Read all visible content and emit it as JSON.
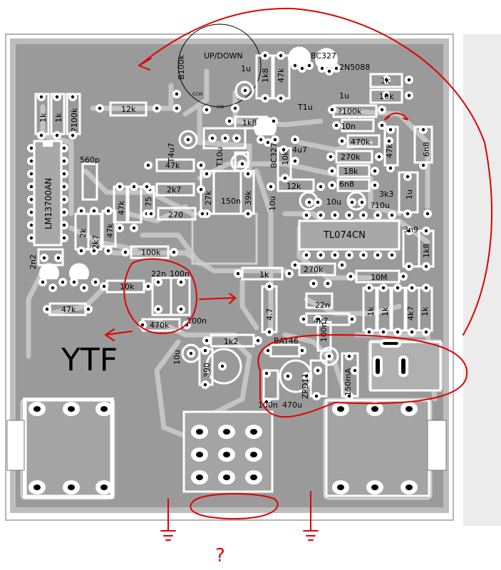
{
  "board": {
    "colors": {
      "copper": "#9a9a9a",
      "board_bg": "#c8c8c8",
      "trace_light": "#bcbcbc",
      "silk": "#ffffff",
      "pad": "#ffffff",
      "hole": "#000000",
      "annotation": "#e00000",
      "frame": "#b5b5b5"
    },
    "title": "YTF",
    "ics": {
      "lm13700": "LM13700AN",
      "tl074": "TL074CN"
    },
    "pot_label": "UP/DOWN",
    "transistors": {
      "t1": "BC327",
      "t2": "2N5088",
      "t3": "BC327"
    },
    "diodes": {
      "bat": "BAT46",
      "zener": "ZPD11"
    },
    "labels": {
      "l_b100k": "B100k",
      "l_1u_a": "1u",
      "l_1k8_a": "1k8",
      "l_47k_a": "47k",
      "l_1k_tr": "1k",
      "l_10k_tr": "10k",
      "l_1u_b": "1u",
      "l_t1u": "T1u",
      "l_1k_l1": "1k",
      "l_1k_l2": "1k",
      "l_100k_l": "?100k",
      "l_12k": "12k",
      "l_100k_m": "?100k",
      "l_10n_m": "10n",
      "l_1k8_m": "1k8",
      "l_t4u7": "T4u7",
      "l_bc327_b": "BC327",
      "l_470k_a": "470k",
      "l_6n8_a": "6n8",
      "l_560p": "560p",
      "l_47k_b": "47k",
      "l_t10u": "T10u",
      "l_10k_m": "10k",
      "l_4u7": "4u7",
      "l_270k": "270k",
      "l_47k_c": "47k",
      "l_18k": "18k",
      "l_2k7_a": "2k7",
      "l_27k": "27k",
      "l_150n": "150n",
      "l_39k": "39k",
      "l_12k_b": "12k",
      "l_6n8_b": "6n8",
      "l_3k3": "3k3",
      "l_1u_c": "1u",
      "l_47k_d": "47k",
      "l_75": "75",
      "l_10u_a": "10u",
      "l_10u_b": "10u",
      "l_10u_c": "?10u",
      "l_270": "270",
      "l_2k": "2k",
      "l_47k_e": "47k",
      "l_2k7_b": "2k7",
      "l_3n9": "3n9",
      "l_1k8_b": "1k8",
      "l_100k_b": "100k",
      "l_2n2": "2n2",
      "l_270k_b": "270k",
      "l_1k_m": "1k",
      "l_10M": "10M",
      "l_22n": "22n",
      "l_100n_a": "100n",
      "l_10k_b": "10k",
      "l_22n_b": "22n",
      "l_4k7_a": "4k7",
      "l_1k_r1": "1k",
      "l_1k_r2": "1k",
      "l_4k7_b": "4k7",
      "l_1k_r3": "1k",
      "l_47k_f": "47k",
      "l_470k_b": "470k",
      "l_100n_b": "100n",
      "l_4_7": "4.7",
      "l_100n_c": "100n",
      "l_1k2": "1k2",
      "l_10u_d": "10u",
      "l_390": "390",
      "l_100n_d": "100n",
      "l_470u": "470u",
      "l_150mA": "150mA",
      "l_ccw": "CCW",
      "l_cw": "CW"
    },
    "annotation_text": "?"
  }
}
